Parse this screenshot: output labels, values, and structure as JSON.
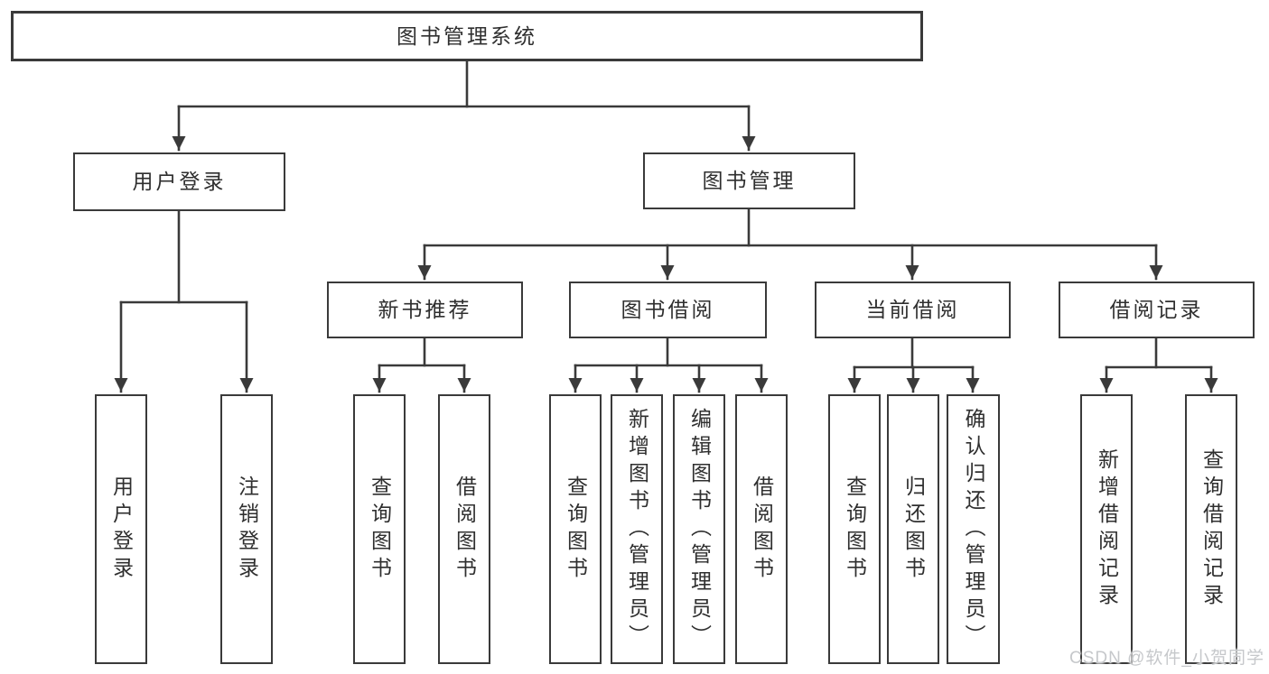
{
  "diagram": {
    "tree": {
      "label": "图书管理系统",
      "children": [
        {
          "label": "用户登录",
          "children": [
            {
              "label": "用户登录"
            },
            {
              "label": "注销登录"
            }
          ]
        },
        {
          "label": "图书管理",
          "children": [
            {
              "label": "新书推荐",
              "children": [
                {
                  "label": "查询图书"
                },
                {
                  "label": "借阅图书"
                }
              ]
            },
            {
              "label": "图书借阅",
              "children": [
                {
                  "label": "查询图书"
                },
                {
                  "label": "新增图书（管理员）"
                },
                {
                  "label": "编辑图书（管理员）"
                },
                {
                  "label": "借阅图书"
                }
              ]
            },
            {
              "label": "当前借阅",
              "children": [
                {
                  "label": "查询图书"
                },
                {
                  "label": "归还图书"
                },
                {
                  "label": "确认归还（管理员）"
                }
              ]
            },
            {
              "label": "借阅记录",
              "children": [
                {
                  "label": "新增借阅记录"
                },
                {
                  "label": "查询借阅记录"
                }
              ]
            }
          ]
        }
      ]
    },
    "watermark": "CSDN @软件_小贺同学",
    "colors": {
      "line": "#3a3a3a",
      "text": "#2f2f2f",
      "watermark": "#c6c8cb",
      "background": "#ffffff"
    }
  }
}
